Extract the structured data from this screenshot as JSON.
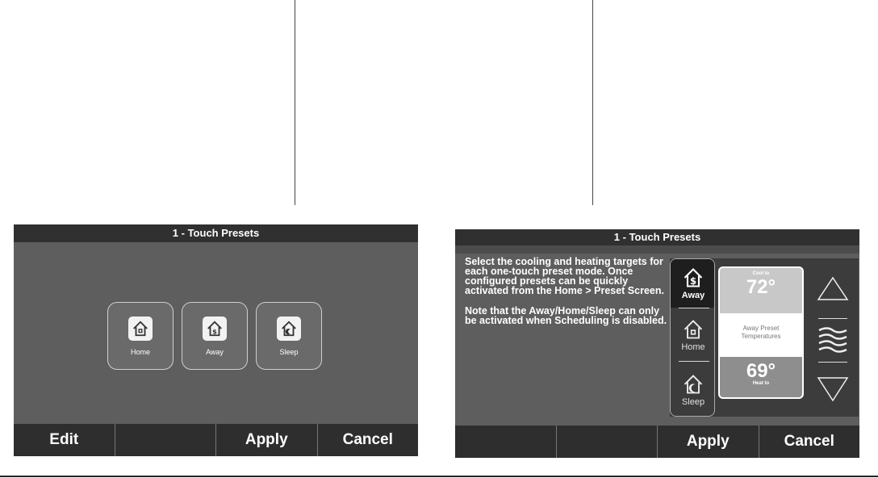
{
  "screen_left": {
    "title": "1 - Touch Presets",
    "presets": [
      {
        "label": "Home",
        "icon": "home-icon"
      },
      {
        "label": "Away",
        "icon": "away-dollar-home-icon"
      },
      {
        "label": "Sleep",
        "icon": "sleep-moon-home-icon"
      }
    ],
    "bottom_bar": [
      "Edit",
      "",
      "Apply",
      "Cancel"
    ]
  },
  "screen_right": {
    "title": "1 - Touch Presets",
    "description": [
      "Select the cooling and heating targets for each one-touch preset mode. Once configured presets can be quickly activated from the Home > Preset Screen.",
      "Note that the Away/Home/Sleep can only be activated when Scheduling is disabled."
    ],
    "modes": [
      {
        "label": "Away",
        "icon": "away-dollar-home-icon",
        "active": true
      },
      {
        "label": "Home",
        "icon": "home-icon",
        "active": false
      },
      {
        "label": "Sleep",
        "icon": "sleep-moon-home-icon",
        "active": false
      }
    ],
    "cool_label": "Cool to",
    "cool_value": "72°",
    "center_text_1": "Away Preset",
    "center_text_2": "Temperatures",
    "heat_value": "69°",
    "heat_label": "Heat to",
    "bottom_bar": [
      "",
      "",
      "Apply",
      "Cancel"
    ],
    "controls": [
      "up-arrow-icon",
      "fan-waves-icon",
      "down-arrow-icon"
    ]
  }
}
